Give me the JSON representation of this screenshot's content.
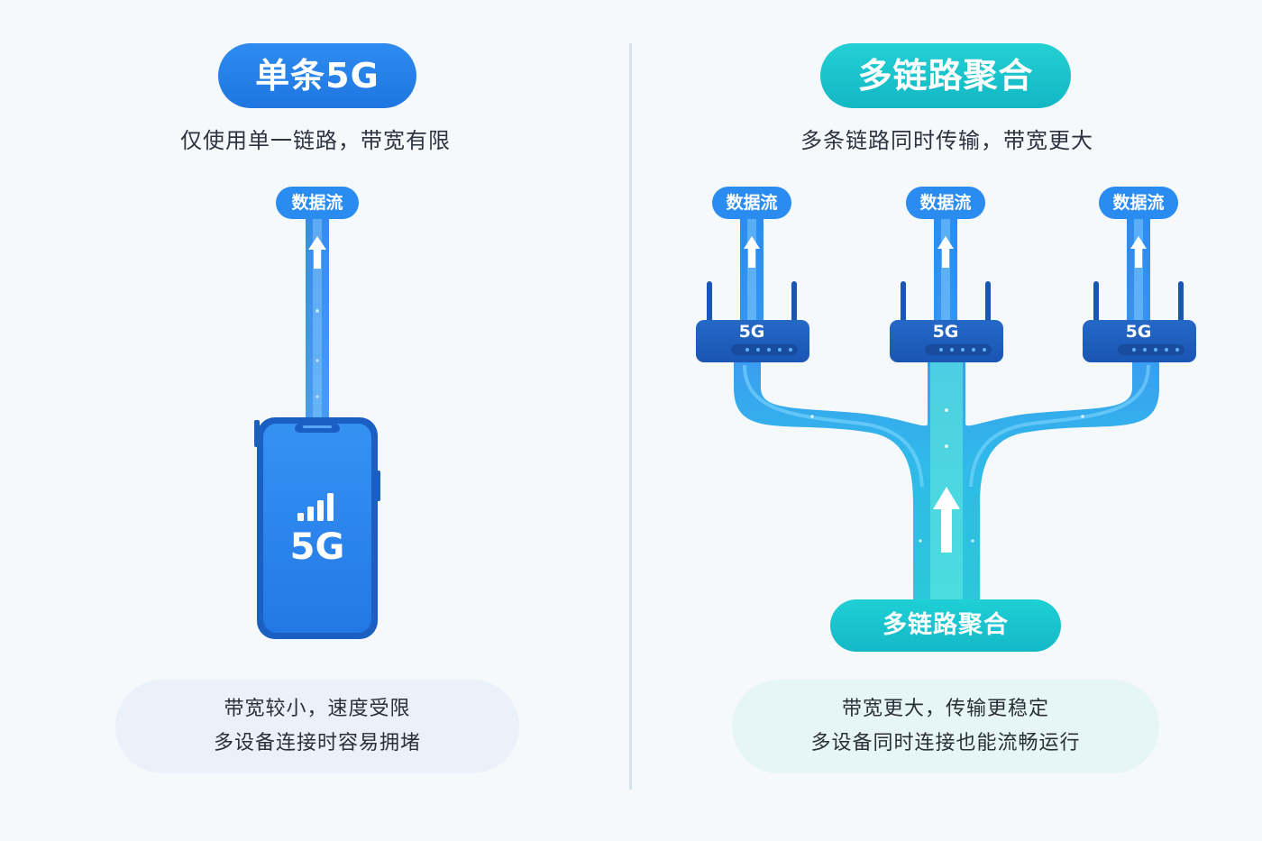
{
  "single": {
    "title": "单条5G",
    "subtitle": "仅使用单一链路，带宽有限",
    "stream_label": "数据流",
    "device_label": "5G",
    "caption_lines": [
      "带宽较小，速度受限",
      "多设备连接时容易拥堵"
    ]
  },
  "multi": {
    "title": "多链路聚合",
    "subtitle": "多条链路同时传输，带宽更大",
    "stream_labels": [
      "数据流",
      "数据流",
      "数据流"
    ],
    "router_labels": [
      "5G",
      "5G",
      "5G"
    ],
    "aggregate_label": "多链路聚合",
    "caption_lines": [
      "带宽更大，传输更稳定",
      "多设备同时连接也能流畅运行"
    ]
  },
  "colors": {
    "blue": "#2483ea",
    "cyan": "#19c2cc",
    "router": "#1d5ebf",
    "phone": "#2d86ef"
  }
}
